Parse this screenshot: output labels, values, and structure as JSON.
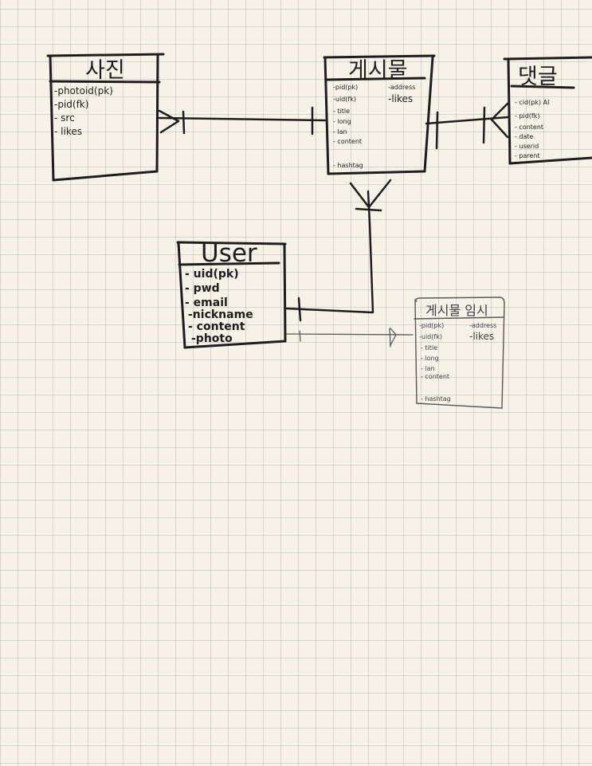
{
  "entities": {
    "photo": {
      "title": "사진",
      "attributes": [
        "-photoid(pk)",
        "-pid(fk)",
        "- src",
        "- likes"
      ]
    },
    "post": {
      "title": "게시물",
      "attributes_left": [
        "-pid(pk)",
        "-uid(fk)",
        "- title",
        "- long",
        "- lan",
        "- content",
        "- hashtag"
      ],
      "attributes_right": [
        "-address",
        "-likes"
      ]
    },
    "comment": {
      "title": "댓글",
      "attributes": [
        "- cid(pk) AI",
        "- pid(fk)",
        "- content",
        "- date",
        "- userid",
        "- parent"
      ]
    },
    "user": {
      "title": "User",
      "attributes": [
        "- uid(pk)",
        "- pwd",
        "- email",
        "-nickname",
        "- content",
        "-photo"
      ]
    },
    "temp_post": {
      "title": "게시물 임시",
      "attributes_left": [
        "-pid(pk)",
        "-uid(fk)",
        "- title",
        "- long",
        "- lan",
        "- content",
        "- hashtag"
      ],
      "attributes_right": [
        "-address",
        "-likes"
      ]
    }
  },
  "colors": {
    "paper": "#f6f3e6",
    "grid": "#a0a5af",
    "ink": "#1d1d1f",
    "faint_ink": "#55575c"
  }
}
